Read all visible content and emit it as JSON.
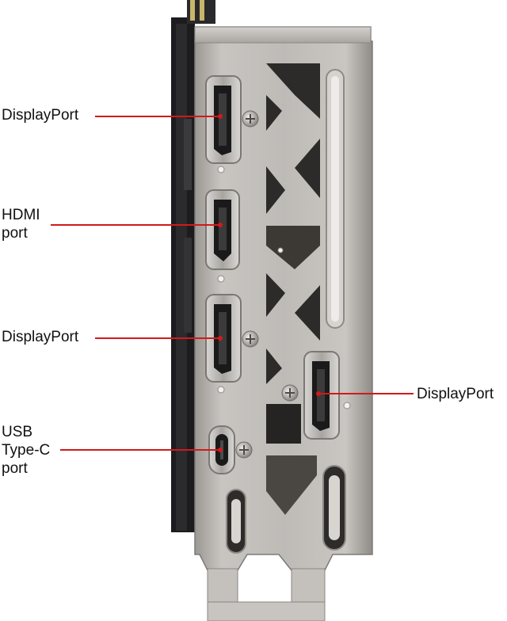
{
  "callouts": {
    "displayport_top": {
      "label": "DisplayPort"
    },
    "hdmi": {
      "line1": "HDMI",
      "line2": "port"
    },
    "displayport_middle": {
      "label": "DisplayPort"
    },
    "displayport_right": {
      "label": "DisplayPort"
    },
    "usb_c": {
      "line1": "USB",
      "line2": "Type-C",
      "line3": "port"
    }
  },
  "colors": {
    "callout_line": "#d11a1a",
    "bracket_metal": "#b9b6b2",
    "background": "#ffffff"
  }
}
